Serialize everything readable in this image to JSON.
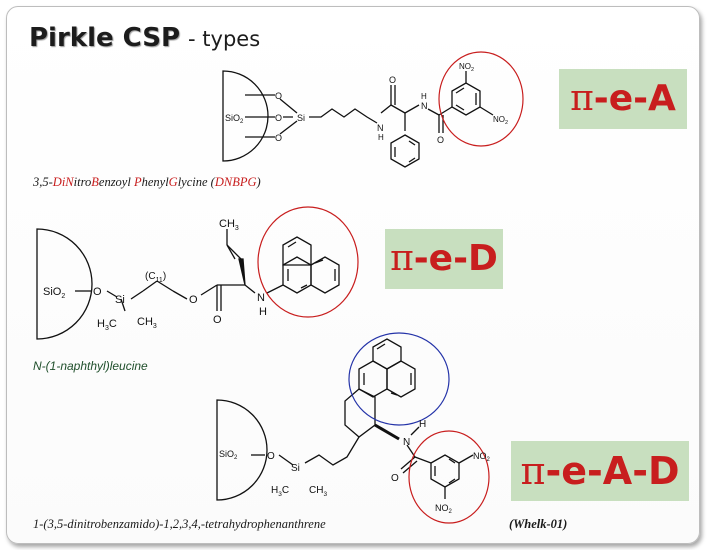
{
  "title": {
    "main": "Pirkle CSP",
    "sub": "- types"
  },
  "badges": {
    "a": {
      "pi": "π",
      "rest": "-e-A"
    },
    "d": {
      "pi": "π",
      "rest": "-e-D"
    },
    "ad": {
      "pi": "π",
      "rest": "-e-A-D"
    }
  },
  "captions": {
    "dnbpg": [
      "3,5-",
      "Di",
      "N",
      "itro",
      "B",
      "enzoyl  ",
      "P",
      "henyl",
      "G",
      "lycine  (",
      "DNBPG",
      ")"
    ],
    "naphthyl": "N-(1-naphthyl)leucine",
    "whelk": "1-(3,5-dinitrobenzamido)-1,2,3,4,-tetrahydrophenanthrene",
    "whelk_tag": "(Whelk-01)"
  },
  "labels": {
    "sio2": "SiO",
    "sub2": "2",
    "o": "O",
    "si": "Si",
    "n": "N",
    "h": "H",
    "no2": "NO",
    "ch3": "CH",
    "sub3": "3",
    "h3c": "H",
    "h3c_tail": "C",
    "c11": "(C",
    "c11_sub": "11",
    "c11_close": ")"
  },
  "colors": {
    "red_ring": "#c81e1e",
    "blue_ring": "#2433a8",
    "badge_bg": "#c8dfbf",
    "badge_text": "#c81e1e"
  }
}
